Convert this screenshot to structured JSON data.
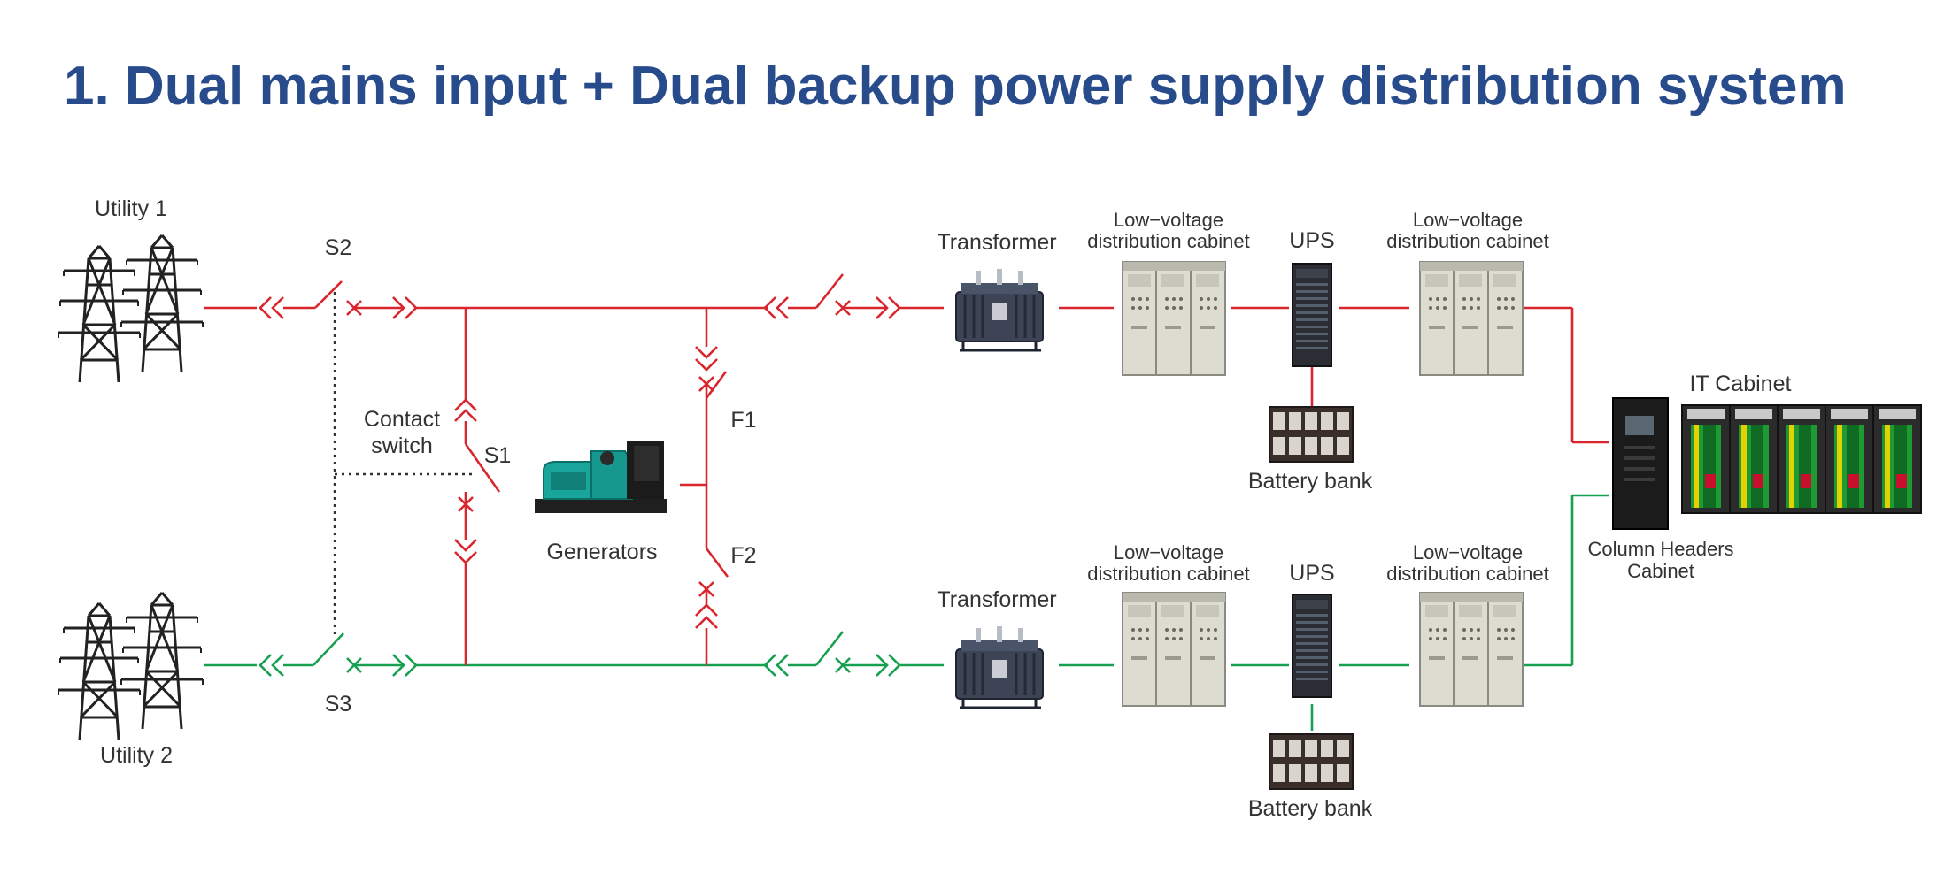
{
  "title": "1. Dual mains input + Dual backup power supply distribution system",
  "utility_1": "Utility 1",
  "utility_2": "Utility 2",
  "switch_s1": "S1",
  "switch_s2": "S2",
  "switch_s3": "S3",
  "switch_f1": "F1",
  "switch_f2": "F2",
  "contact_switch_line1": "Contact",
  "contact_switch_line2": "switch",
  "generators": "Generators",
  "transformer_top": "Transformer",
  "transformer_bottom": "Transformer",
  "lv_cabinet_line1": "Low−voltage",
  "lv_cabinet_line2": "distribution cabinet",
  "ups": "UPS",
  "battery_bank": "Battery bank",
  "it_cabinet": "IT Cabinet",
  "column_headers_line1": "Column Headers",
  "column_headers_line2": "Cabinet",
  "colors": {
    "title": "#284b8c",
    "upper_line": "#d9262e",
    "lower_line": "#16a050",
    "text": "#333333"
  }
}
